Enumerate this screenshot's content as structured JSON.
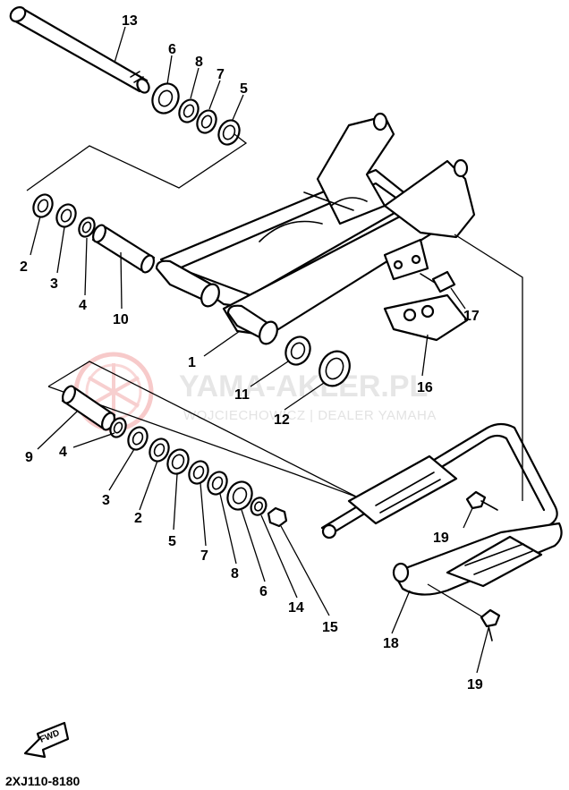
{
  "watermark": {
    "main": "YAMA-AKLER.PL",
    "sub": "WOJCIECHOWICZ | DEALER YAMAHA",
    "logo": "yamaha-tuning-fork-logo"
  },
  "diagram_code": "2XJ110-8180",
  "fwd_label": "FWD",
  "callouts": [
    {
      "id": "c13a",
      "label": "13"
    },
    {
      "id": "c6a",
      "label": "6"
    },
    {
      "id": "c8a",
      "label": "8"
    },
    {
      "id": "c7a",
      "label": "7"
    },
    {
      "id": "c5a",
      "label": "5"
    },
    {
      "id": "c2a",
      "label": "2"
    },
    {
      "id": "c3a",
      "label": "3"
    },
    {
      "id": "c4a",
      "label": "4"
    },
    {
      "id": "c10",
      "label": "10"
    },
    {
      "id": "c1",
      "label": "1"
    },
    {
      "id": "c11",
      "label": "11"
    },
    {
      "id": "c12",
      "label": "12"
    },
    {
      "id": "c16",
      "label": "16"
    },
    {
      "id": "c17",
      "label": "17"
    },
    {
      "id": "c9",
      "label": "9"
    },
    {
      "id": "c4b",
      "label": "4"
    },
    {
      "id": "c3b",
      "label": "3"
    },
    {
      "id": "c2b",
      "label": "2"
    },
    {
      "id": "c5b",
      "label": "5"
    },
    {
      "id": "c7b",
      "label": "7"
    },
    {
      "id": "c8b",
      "label": "8"
    },
    {
      "id": "c6b",
      "label": "6"
    },
    {
      "id": "c14",
      "label": "14"
    },
    {
      "id": "c15",
      "label": "15"
    },
    {
      "id": "c19a",
      "label": "19"
    },
    {
      "id": "c18",
      "label": "18"
    },
    {
      "id": "c19b",
      "label": "19"
    }
  ]
}
